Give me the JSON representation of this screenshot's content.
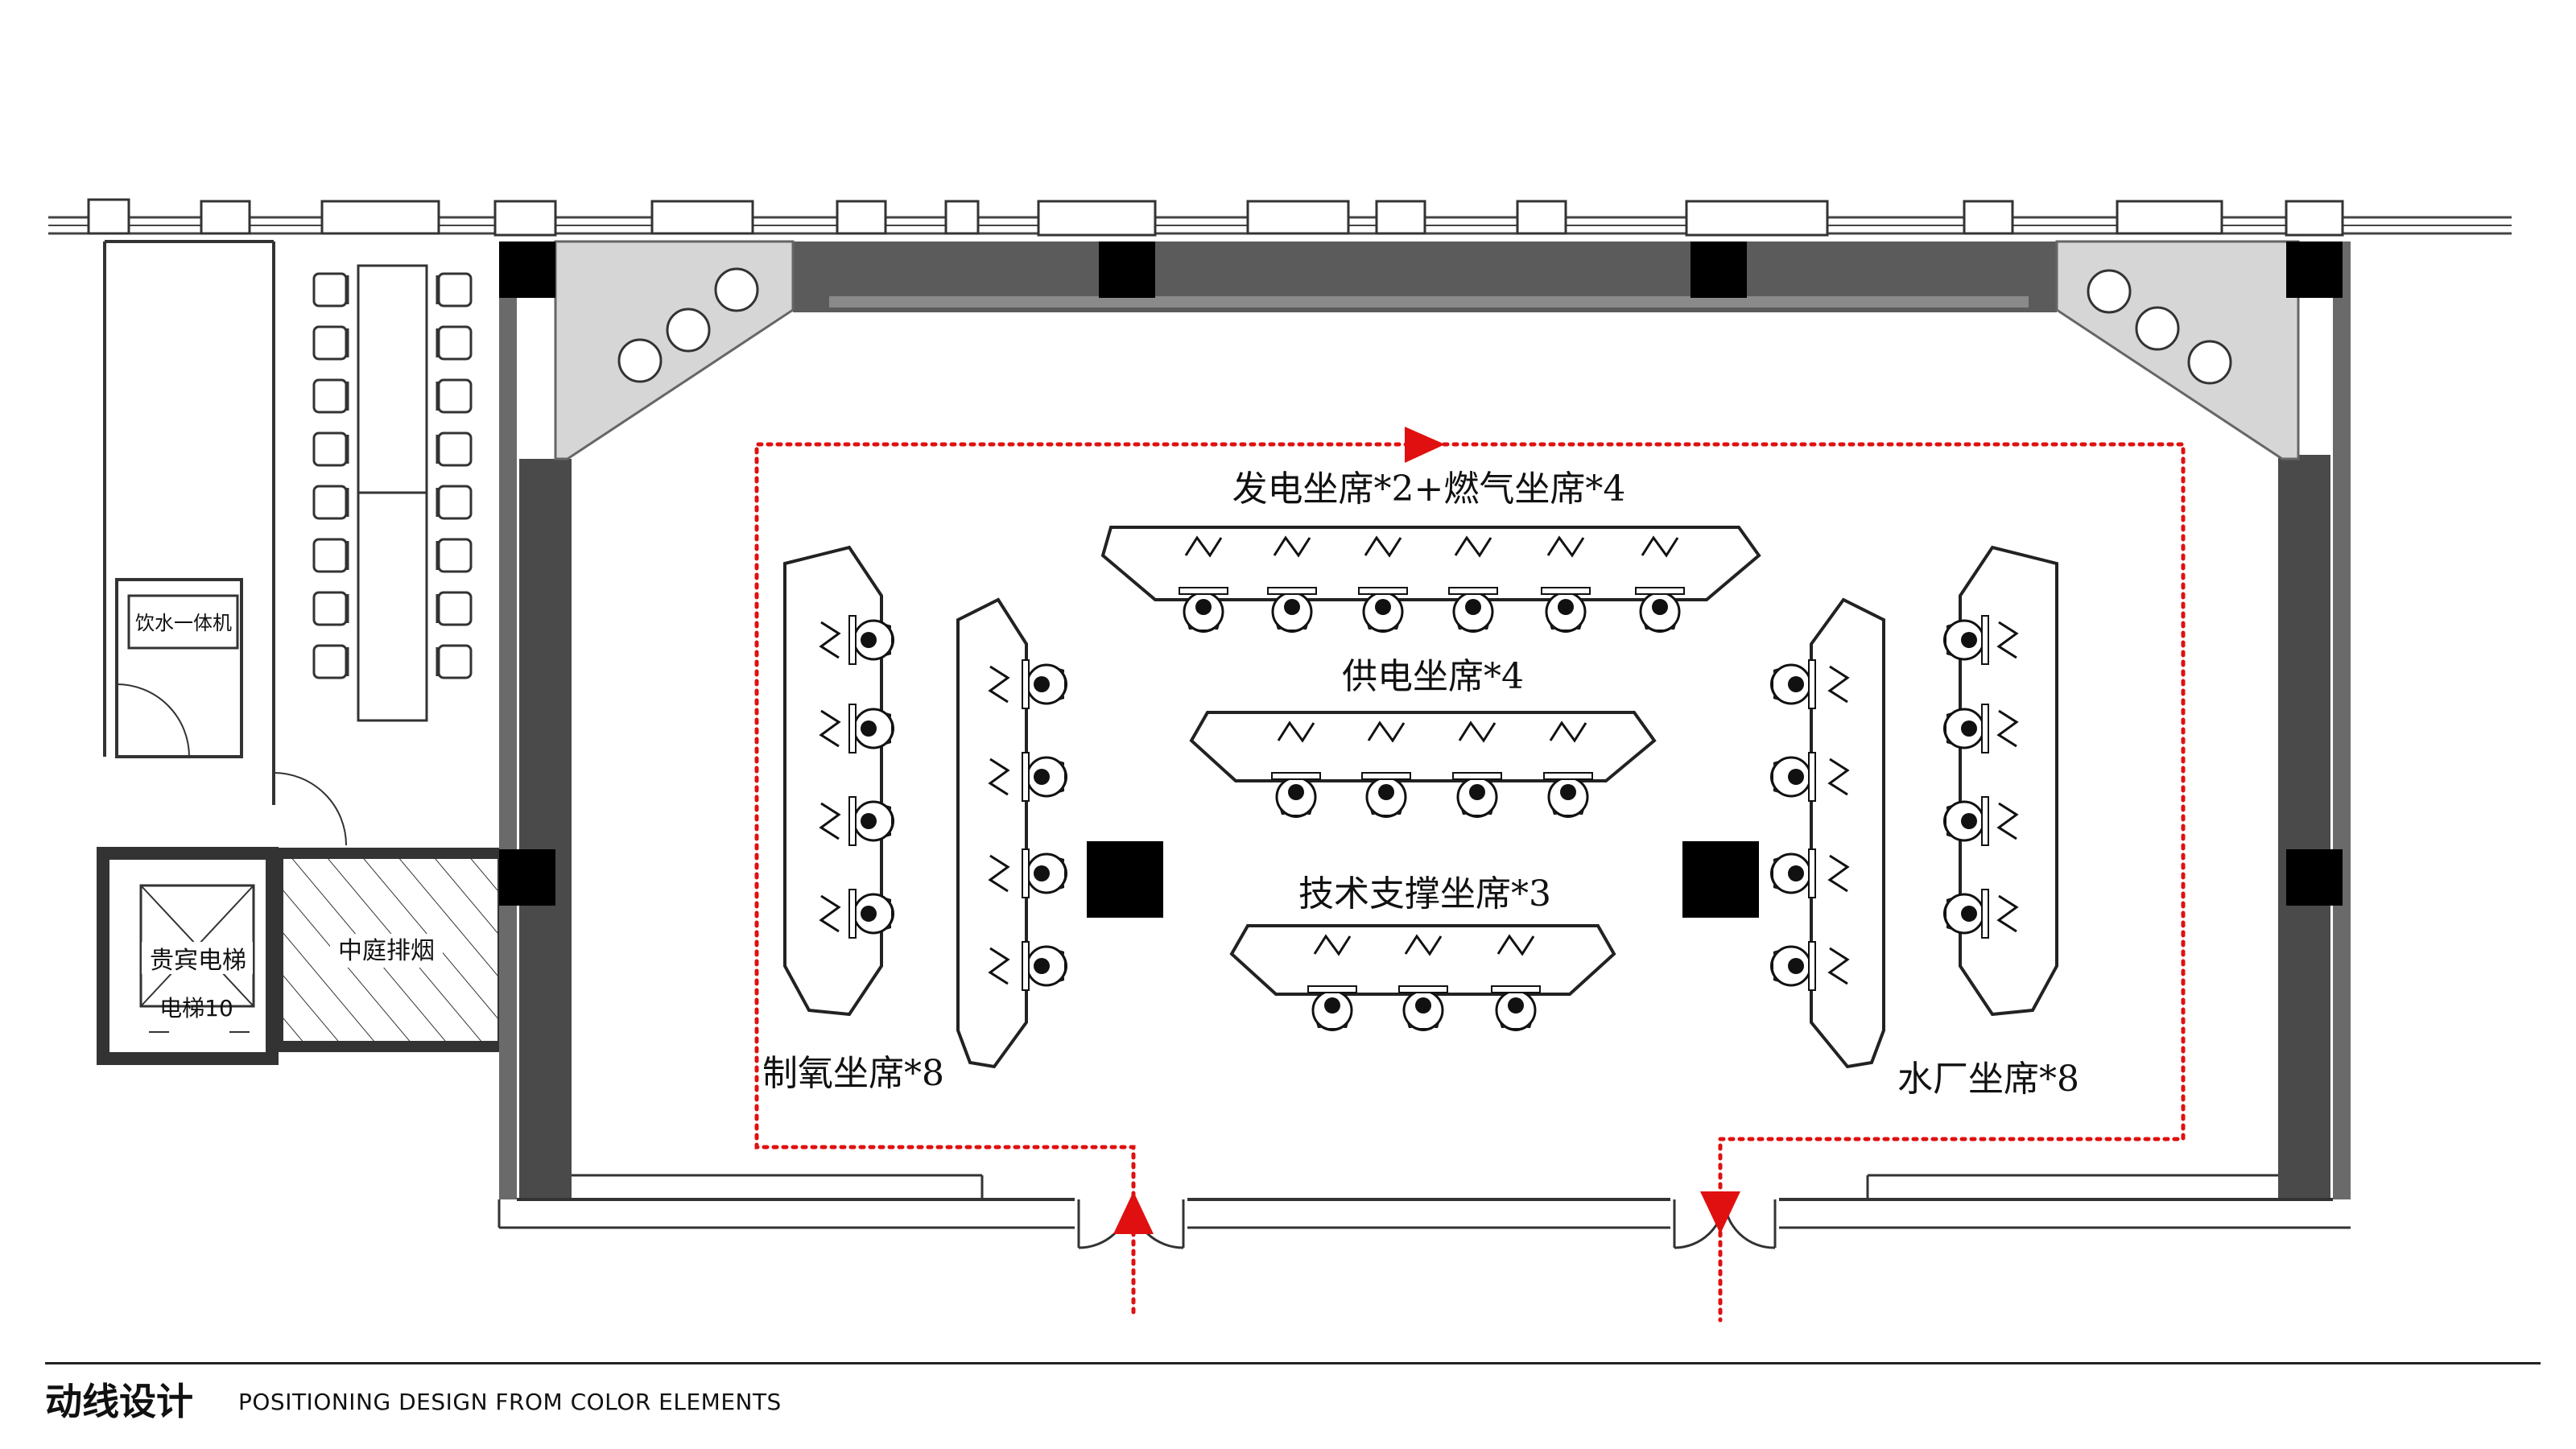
{
  "rooms": {
    "water_machine": "饮水一体机",
    "vip_elevator": "贵宾电梯",
    "elevator_no": "电梯10",
    "atrium_smoke": "中庭排烟"
  },
  "zones": {
    "generation_gas": "发电坐席*2+燃气坐席*4",
    "power_supply": "供电坐席*4",
    "tech_support": "技术支撑坐席*3",
    "oxygen": "制氧坐席*8",
    "water_plant": "水厂坐席*8"
  },
  "footer": {
    "title": "动线设计",
    "subtitle": "POSITIONING DESIGN FROM COLOR ELEMENTS"
  },
  "colors": {
    "circulation_path": "#e01010",
    "wall": "#555555",
    "column": "#000000",
    "corner_fill": "#d9d9d9"
  }
}
